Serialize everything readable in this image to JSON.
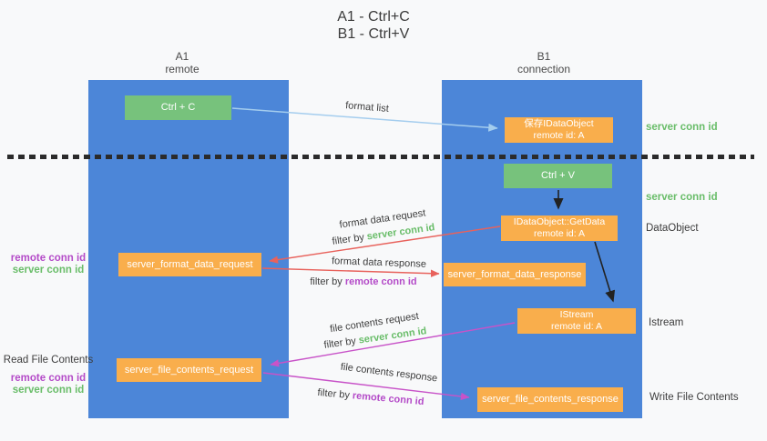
{
  "title": {
    "line1": "A1 - Ctrl+C",
    "line2": "B1 - Ctrl+V"
  },
  "columns": {
    "a1": {
      "name": "A1",
      "subtitle": "remote"
    },
    "b1": {
      "name": "B1",
      "subtitle": "connection"
    }
  },
  "nodes": {
    "ctrl_c": {
      "label": "Ctrl + C"
    },
    "save_idataobject": {
      "line1": "保存IDataObject",
      "line2": "remote id: A"
    },
    "ctrl_v": {
      "label": "Ctrl + V"
    },
    "getdata": {
      "line1": "IDataObject::GetData",
      "line2": "remote id: A"
    },
    "server_format_data_request": {
      "label": "server_format_data_request"
    },
    "server_format_data_response": {
      "label": "server_format_data_response"
    },
    "istream": {
      "line1": "IStream",
      "line2": "remote id: A"
    },
    "server_file_contents_request": {
      "label": "server_file_contents_request"
    },
    "server_file_contents_response": {
      "label": "server_file_contents_response"
    }
  },
  "flow_labels": {
    "format_list": "format list",
    "format_data_request": "format data request",
    "format_data_response": "format data response",
    "file_contents_request": "file contents request",
    "file_contents_response": "file contents response",
    "filter_by": "filter by",
    "server_conn_id": "server conn id",
    "remote_conn_id": "remote conn id"
  },
  "side_labels": {
    "server_conn_id_top": "server conn id",
    "server_conn_id_mid": "server conn id",
    "dataobject": "DataObject",
    "istream": "Istream",
    "write_file_contents": "Write File Contents",
    "read_file_contents": "Read File Contents",
    "remote_conn_id_format": "remote conn id",
    "server_conn_id_format": "server conn id",
    "remote_conn_id_file": "remote conn id",
    "server_conn_id_file": "server conn id"
  },
  "colors": {
    "column_blue": "#4c86d8",
    "node_green": "#77c27c",
    "node_orange": "#f9ae4c",
    "arrow_light_blue": "#a4cdee",
    "arrow_red": "#e8625c",
    "arrow_magenta": "#c853c8",
    "arrow_black": "#222222",
    "text_green": "#69bd69",
    "text_purple": "#b44bc8",
    "background": "#f8f9fa"
  }
}
